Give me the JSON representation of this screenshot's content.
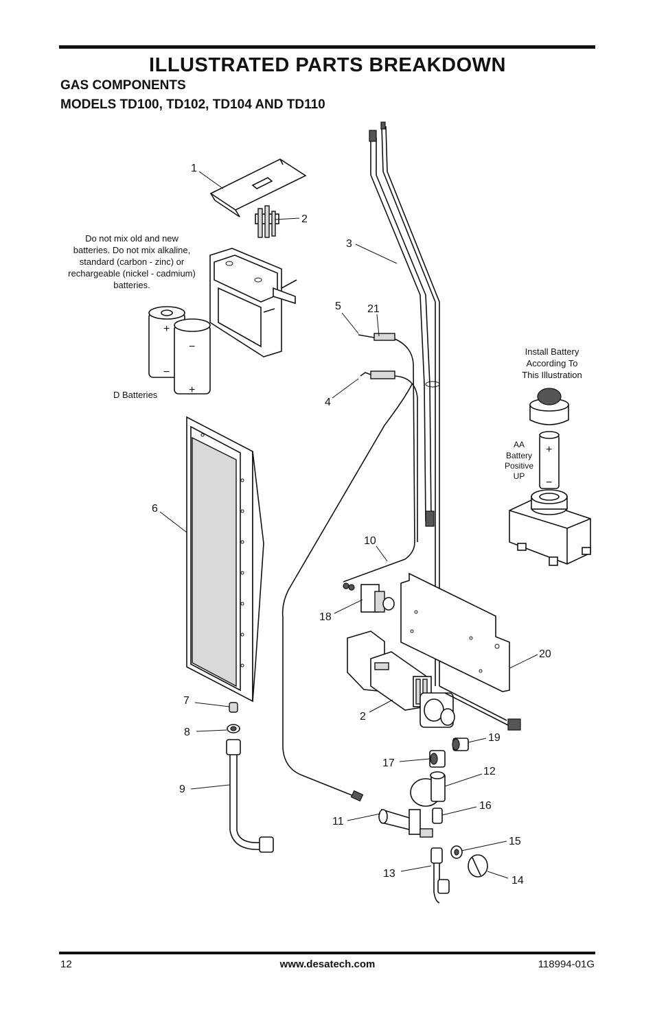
{
  "header": {
    "title": "ILLUSTRATED PARTS BREAKDOWN",
    "subtitle1": "GAS COMPONENTS",
    "subtitle2": "MODELS TD100, TD102, TD104 AND TD110"
  },
  "notes": {
    "battery_warning": [
      "Do not mix old and new",
      "batteries. Do not mix alkaline,",
      "standard (carbon - zinc) or",
      "rechargeable (nickel - cadmium)",
      "batteries."
    ],
    "d_batteries": "D Batteries",
    "install_battery": [
      "Install Battery",
      "According To",
      "This Illustration"
    ],
    "aa_battery": [
      "AA",
      "Battery",
      "Positive",
      "UP"
    ]
  },
  "callouts": [
    "1",
    "2",
    "3",
    "5",
    "21",
    "4",
    "6",
    "10",
    "18",
    "20",
    "2",
    "7",
    "8",
    "19",
    "17",
    "12",
    "9",
    "16",
    "11",
    "15",
    "13",
    "14"
  ],
  "battery_marks": {
    "plus": "+",
    "minus": "−"
  },
  "footer": {
    "page_number": "12",
    "website": "www.desatech.com",
    "doc_number": "118994-01G"
  }
}
